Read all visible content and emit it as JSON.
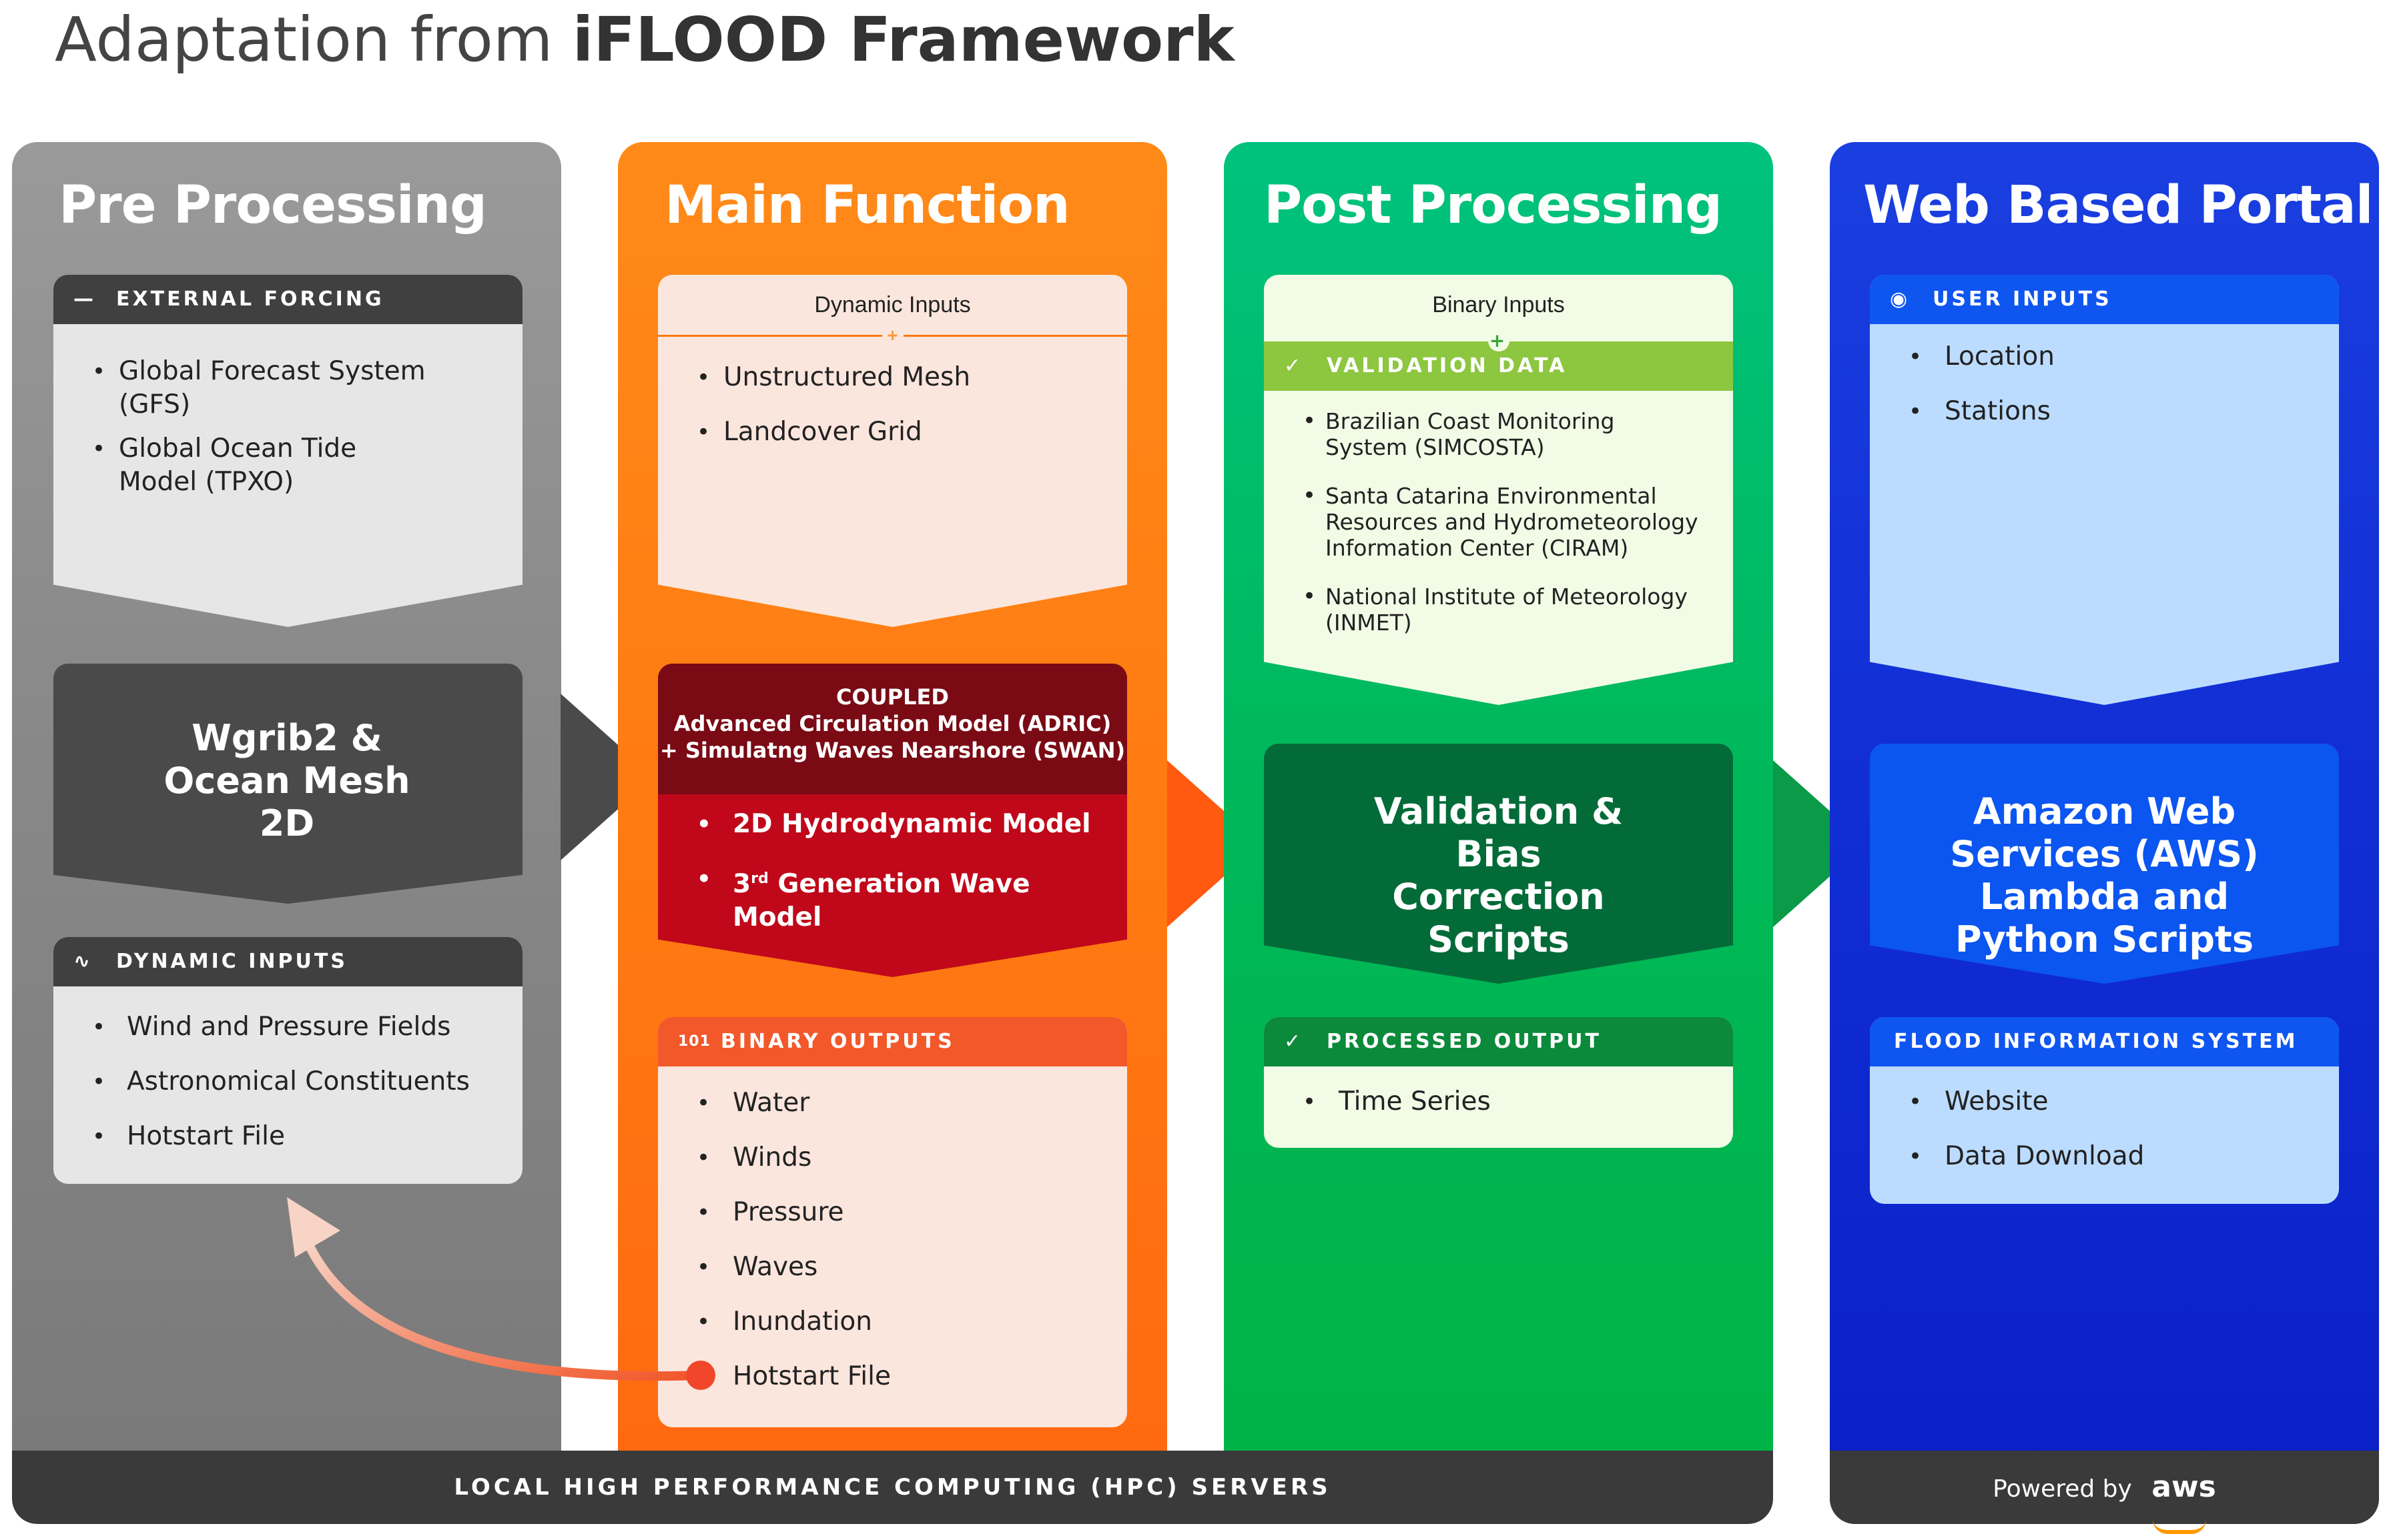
{
  "title": {
    "prefix": "Adaptation from",
    "bold": "iFLOOD Framework"
  },
  "columns": {
    "pre": {
      "heading": "Pre Processing",
      "external_forcing": {
        "header": "EXTERNAL FORCING",
        "items": [
          "Global Forecast System (GFS)",
          "Global Ocean Tide Model (TPXO)"
        ]
      },
      "process": "Wgrib2 & Ocean Mesh 2D",
      "dynamic_inputs": {
        "header": "DYNAMIC INPUTS",
        "items": [
          "Wind and Pressure Fields",
          "Astronomical Constituents",
          "Hotstart File"
        ]
      }
    },
    "main": {
      "heading": "Main Function",
      "dynamic_inputs": {
        "sub": "Dynamic Inputs",
        "items": [
          "Unstructured Mesh",
          "Landcover Grid"
        ]
      },
      "coupled": {
        "line1": "COUPLED",
        "line2": "Advanced Circulation Model (ADRIC)",
        "line3": "+ Simulatng Waves Nearshore (SWAN)",
        "items": [
          "2D Hydrodynamic Model"
        ],
        "wave_prefix": "3",
        "wave_sup": "rd",
        "wave_suffix": " Generation Wave Model"
      },
      "binary_outputs": {
        "icon": "101",
        "header": "BINARY OUTPUTS",
        "items": [
          "Water",
          "Winds",
          "Pressure",
          "Waves",
          "Inundation",
          "Hotstart File"
        ]
      }
    },
    "post": {
      "heading": "Post Processing",
      "binary_inputs": {
        "sub": "Binary Inputs"
      },
      "validation_data": {
        "header": "VALIDATION DATA",
        "items": [
          "Brazilian Coast Monitoring System (SIMCOSTA)",
          "Santa Catarina Environmental Resources and Hydrometeorology Information Center (CIRAM)",
          "National Institute of Meteorology (INMET)"
        ]
      },
      "process": "Validation & Bias Correction Scripts",
      "processed_output": {
        "header": "PROCESSED OUTPUT",
        "items": [
          "Time Series"
        ]
      }
    },
    "web": {
      "heading": "Web Based Portal",
      "user_inputs": {
        "header": "USER INPUTS",
        "items": [
          "Location",
          "Stations"
        ]
      },
      "process": "Amazon Web Services (AWS) Lambda and Python Scripts",
      "flood_info": {
        "header": "FLOOD INFORMATION SYSTEM",
        "items": [
          "Website",
          "Data Download"
        ]
      }
    }
  },
  "footer": {
    "hpc": "LOCAL HIGH PERFORMANCE COMPUTING (HPC) SERVERS",
    "powered_by": "Powered by",
    "aws": "aws"
  },
  "colors": {
    "pre": "#8a8a8a",
    "main": "#ff7a12",
    "post": "#00b85a",
    "web": "#1230d6",
    "coupled_dark": "#7a0a14",
    "coupled_red": "#c0081a",
    "validation_green": "#8dc63f",
    "process_green": "#036b38",
    "aws_blue": "#0b55f0",
    "aws_orange": "#ff9900"
  },
  "icons": [
    "wave-icon",
    "dash-icon",
    "check-circle-icon",
    "user-icon",
    "plus-icon",
    "curved-arrow-icon",
    "binary-icon"
  ]
}
